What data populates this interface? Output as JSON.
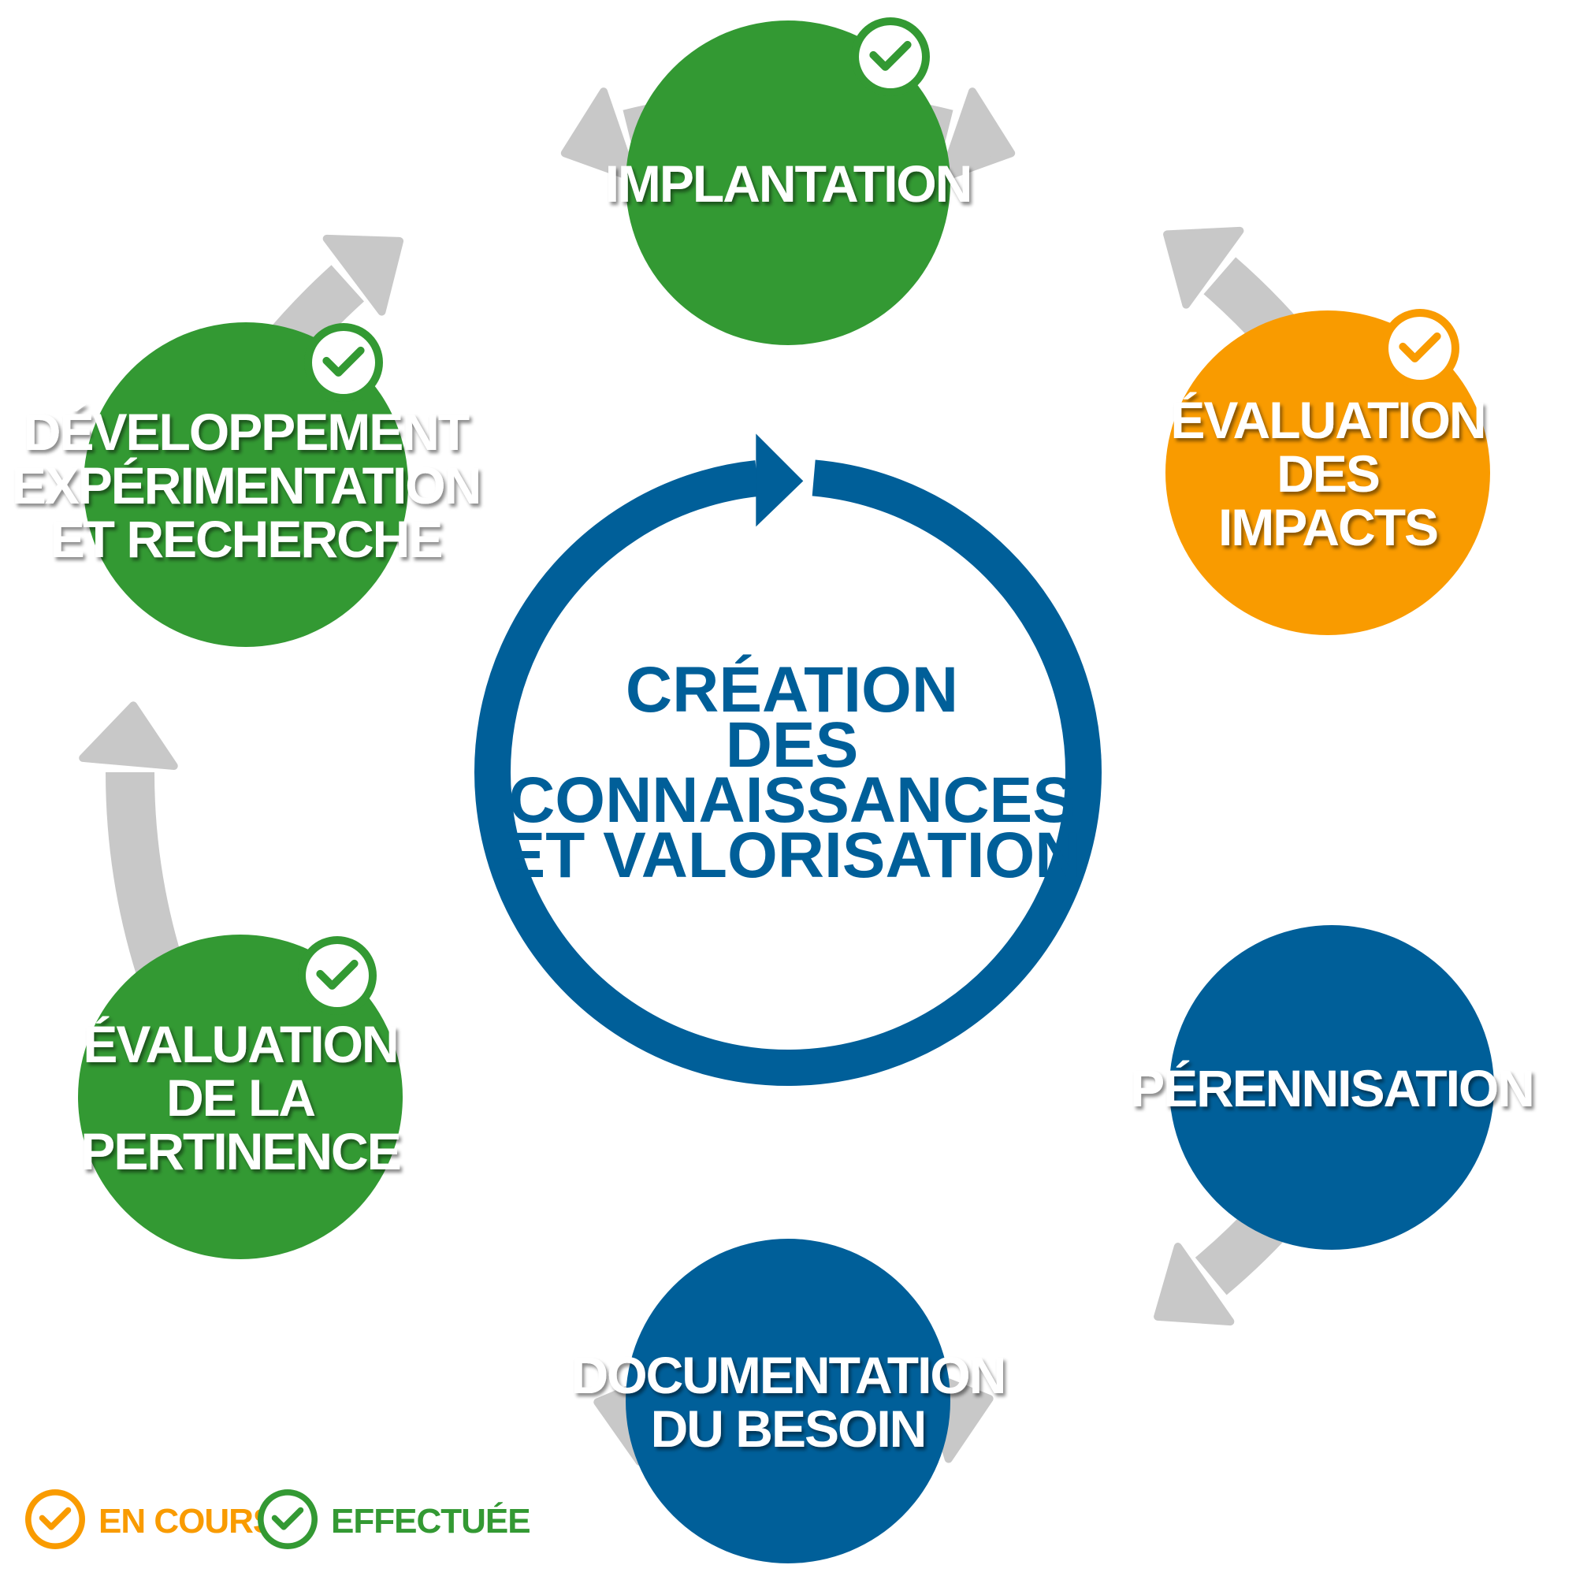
{
  "center": {
    "lines": [
      "CRÉATION",
      "DES",
      "CONNAISSANCES",
      "ET VALORISATION"
    ]
  },
  "nodes": [
    {
      "id": "implantation",
      "lines": [
        "IMPLANTATION"
      ],
      "status": "effectuee",
      "color": "#339933",
      "check": true
    },
    {
      "id": "evaluation-impacts",
      "lines": [
        "ÉVALUATION",
        "DES",
        "IMPACTS"
      ],
      "status": "en-cours",
      "color": "#f99b00",
      "check": true
    },
    {
      "id": "perennisation",
      "lines": [
        "PÉRENNISATION"
      ],
      "status": "none",
      "color": "#005f99",
      "check": false
    },
    {
      "id": "documentation-besoin",
      "lines": [
        "DOCUMENTATION",
        "DU BESOIN"
      ],
      "status": "none",
      "color": "#005f99",
      "check": false
    },
    {
      "id": "evaluation-pertinence",
      "lines": [
        "ÉVALUATION",
        "DE LA",
        "PERTINENCE"
      ],
      "status": "effectuee",
      "color": "#339933",
      "check": true
    },
    {
      "id": "developpement",
      "lines": [
        "DÉVELOPPEMENT",
        "EXPÉRIMENTATION",
        "ET RECHERCHE"
      ],
      "status": "effectuee",
      "color": "#339933",
      "check": true
    }
  ],
  "legend": [
    {
      "label": "EN COURS",
      "color": "#f99b00",
      "icon": "check-circle-icon"
    },
    {
      "label": "EFFECTUÉE",
      "color": "#339933",
      "icon": "check-circle-icon"
    }
  ],
  "colors": {
    "arrow": "#c8c8c8",
    "cycle": "#005f99",
    "green": "#339933",
    "orange": "#f99b00",
    "blue": "#005f99"
  }
}
